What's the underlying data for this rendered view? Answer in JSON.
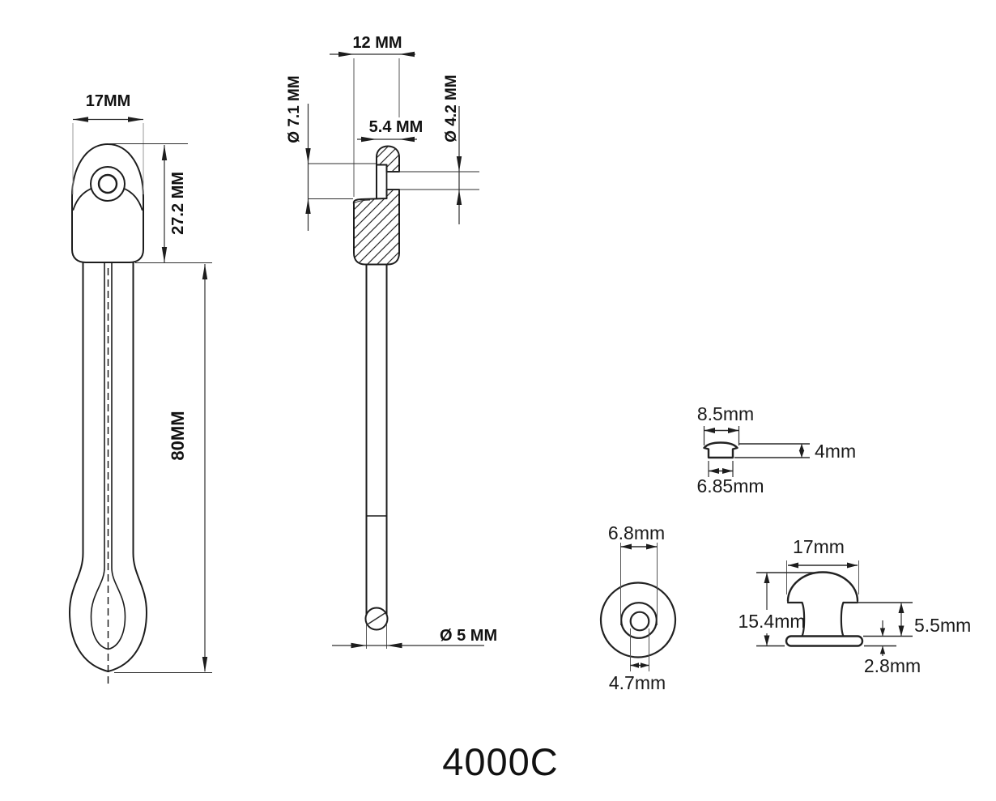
{
  "title": "4000C",
  "colors": {
    "line": "#1d1d1d",
    "background": "#ffffff"
  },
  "front_view": {
    "width": "17MM",
    "head_height": "27.2 MM",
    "length": "80MM"
  },
  "side_view": {
    "head_width": "12 MM",
    "tip_width": "5.4 MM",
    "upper_dia": "Ø 7.1 MM",
    "lower_dia": "Ø 4.2 MM",
    "strap_dia": "Ø 5 MM"
  },
  "cap_view": {
    "top_width": "8.5mm",
    "height": "4mm",
    "bottom_width": "6.85mm"
  },
  "washer_view": {
    "outer_dia": "6.8mm",
    "inner_dia": "4.7mm"
  },
  "knob_view": {
    "cap_width": "17mm",
    "total_height": "15.4mm",
    "stem_height": "5.5mm",
    "base_thickness": "2.8mm"
  }
}
